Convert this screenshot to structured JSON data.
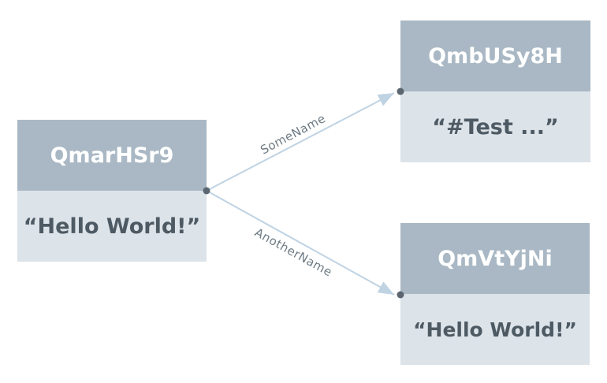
{
  "nodes": {
    "root": {
      "id": "QmarHSr9",
      "content": "“Hello World!”"
    },
    "top": {
      "id": "QmbUSy8H",
      "content": "“#Test ...”"
    },
    "bottom": {
      "id": "QmVtYjNi",
      "content": "“Hello World!”"
    }
  },
  "edges": {
    "top": {
      "label": "SomeName"
    },
    "bottom": {
      "label": "AnotherName"
    }
  },
  "colors": {
    "header": "#a9b8c4",
    "body": "#dce3e9",
    "body_text": "#4e5a63",
    "edge_line": "#bfd3e3",
    "port": "#5c6670"
  }
}
